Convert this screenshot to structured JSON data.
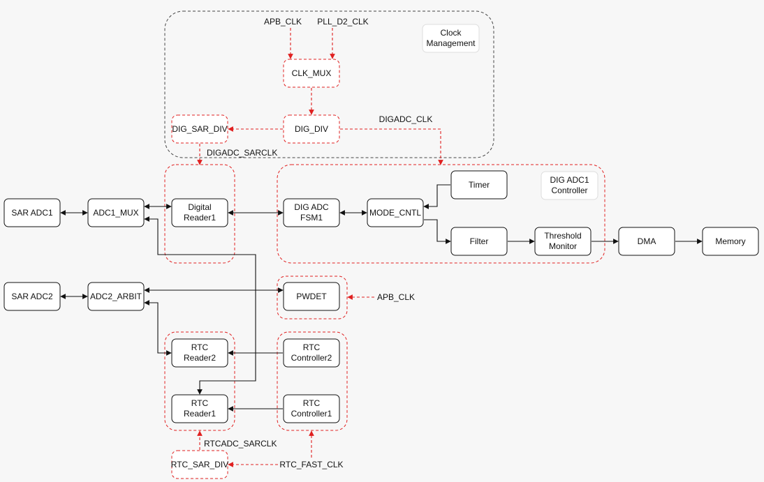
{
  "groups": {
    "clock_management": "Clock\nManagement",
    "dig_adc1_controller": "DIG ADC1\nController"
  },
  "blocks": {
    "sar_adc1": "SAR ADC1",
    "adc1_mux": "ADC1_MUX",
    "digital_reader1": "Digital\nReader1",
    "dig_adc_fsm1": "DIG ADC\nFSM1",
    "mode_cntl": "MODE_CNTL",
    "timer": "Timer",
    "filter": "Filter",
    "threshold_monitor": "Threshold\nMonitor",
    "dma": "DMA",
    "memory": "Memory",
    "sar_adc2": "SAR ADC2",
    "adc2_arbit": "ADC2_ARBIT",
    "pwdet": "PWDET",
    "rtc_reader2": "RTC\nReader2",
    "rtc_controller2": "RTC\nController2",
    "rtc_reader1": "RTC\nReader1",
    "rtc_controller1": "RTC\nController1",
    "clk_mux": "CLK_MUX",
    "dig_div": "DIG_DIV",
    "dig_sar_div": "DIG_SAR_DIV",
    "rtc_sar_div": "RTC_SAR_DIV"
  },
  "signals": {
    "apb_clk_top": "APB_CLK",
    "pll_d2_clk": "PLL_D2_CLK",
    "digadc_clk": "DIGADC_CLK",
    "digadc_sarclk": "DIGADC_SARCLK",
    "apb_clk_pwdet": "APB_CLK",
    "rtcadc_sarclk": "RTCADC_SARCLK",
    "rtc_fast_clk": "RTC_FAST_CLK"
  },
  "colors": {
    "clock_path": "#e02020",
    "data_path": "#111111",
    "group_border_dark": "#444444",
    "background": "#f7f7f7"
  }
}
